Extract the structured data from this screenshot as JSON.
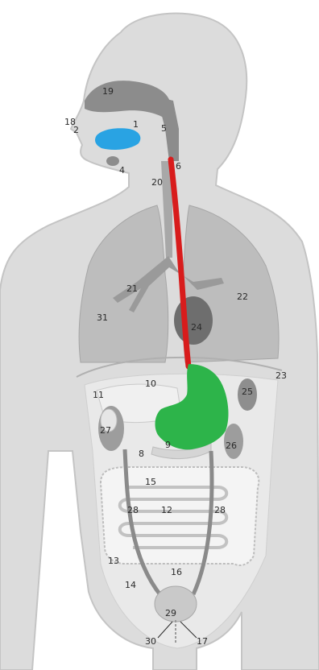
{
  "diagram": {
    "labels": {
      "l1": "1",
      "l2": "2",
      "l4": "4",
      "l5": "5",
      "l6": "6",
      "l8": "8",
      "l9": "9",
      "l10": "10",
      "l11": "11",
      "l12": "12",
      "l13": "13",
      "l14": "14",
      "l15": "15",
      "l16": "16",
      "l17": "17",
      "l18": "18",
      "l19": "19",
      "l20": "20",
      "l21": "21",
      "l22": "22",
      "l23": "23",
      "l24": "24",
      "l25": "25",
      "l26": "26",
      "l27": "27",
      "l28a": "28",
      "l28b": "28",
      "l29": "29",
      "l30": "30",
      "l31": "31"
    },
    "colors": {
      "body": "#dcdcdc",
      "outline": "#c4c4c4",
      "airway": "#8c8c8c",
      "lungs": "#bdbdbd",
      "heart": "#6e6e6e",
      "tongue": "#29a3e3",
      "esophagus": "#d81c1c",
      "stomach": "#2db44a",
      "abdomen": "#e9e9e9",
      "intestine": "#f4f4f4"
    }
  }
}
